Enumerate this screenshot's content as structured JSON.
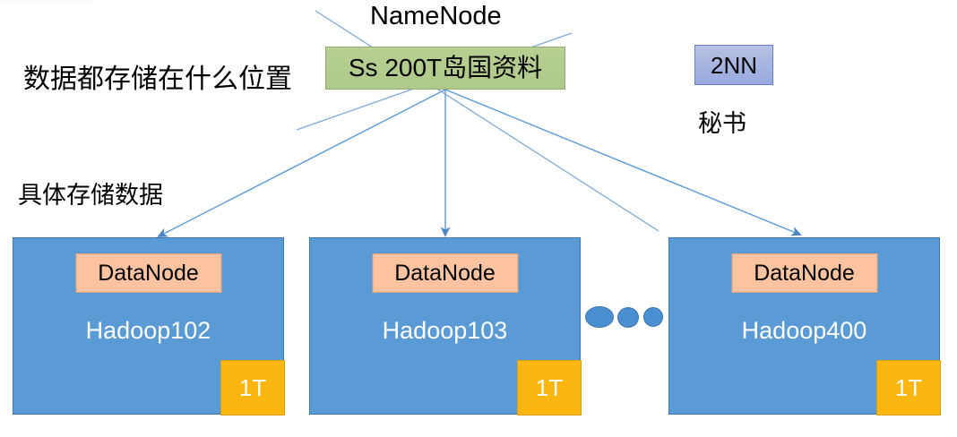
{
  "diagram": {
    "title_label": "NameNode",
    "namenode": {
      "label": "Ss 200T岛国资料",
      "fill": "#b3cb8d",
      "border": "#93ab70"
    },
    "secondary_namenode": {
      "label": "2NN",
      "caption": "秘书",
      "fill": "#a4b4e0",
      "border": "#6b80c4"
    },
    "annotations": {
      "question": "数据都存储在什么位置",
      "storage": "具体存储数据"
    },
    "hosts": [
      {
        "badge": "DataNode",
        "name": "Hadoop102",
        "capacity": "1T"
      },
      {
        "badge": "DataNode",
        "name": "Hadoop103",
        "capacity": "1T"
      },
      {
        "badge": "DataNode",
        "name": "Hadoop400",
        "capacity": "1T"
      }
    ],
    "ellipsis_dots": 3,
    "colors": {
      "host_fill": "#5b9bd5",
      "host_border": "#3d77ab",
      "datanode_fill": "#fbc3a0",
      "datanode_border": "#e9a379",
      "capacity_fill": "#fbb710",
      "capacity_border": "#d59f20",
      "connector": "#5b9bd5"
    }
  }
}
